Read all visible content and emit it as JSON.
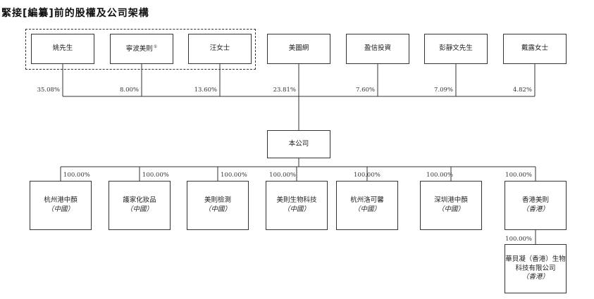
{
  "title": "緊接[編纂]前的股權及公司架構",
  "shareholders": [
    {
      "name": "姚先生",
      "pct": "35.08%"
    },
    {
      "name": "寧波美則",
      "note": "①",
      "pct": "8.00%"
    },
    {
      "name": "汪女士",
      "pct": "13.60%"
    },
    {
      "name": "美圖網",
      "pct": "23.81%"
    },
    {
      "name": "盈信投資",
      "pct": "7.60%"
    },
    {
      "name": "彭靜文先生",
      "pct": "7.09%"
    },
    {
      "name": "戴露女士",
      "pct": "4.82%"
    }
  ],
  "company": {
    "name": "本公司"
  },
  "subsidiaries": [
    {
      "name": "杭州港中顏",
      "region": "（中國）",
      "pct": "100.00%"
    },
    {
      "name": "護家化妝品",
      "region": "（中國）",
      "pct": "100.00%"
    },
    {
      "name": "美則檢測",
      "region": "（中國）",
      "pct": "100.00%"
    },
    {
      "name": "美則生物科技",
      "region": "（中國）",
      "pct": "100.00%"
    },
    {
      "name": "杭州洛可馨",
      "region": "（中國）",
      "pct": "100.00%"
    },
    {
      "name": "深圳港中顏",
      "region": "（中國）",
      "pct": "100.00%"
    },
    {
      "name": "香港美則",
      "region": "（香港）",
      "pct": "100.00%"
    }
  ],
  "sub_subsidiary": {
    "name_line1": "華貝凝（香港）生物",
    "name_line2": "科技有限公司",
    "region": "（香港）",
    "pct": "100.00%"
  }
}
